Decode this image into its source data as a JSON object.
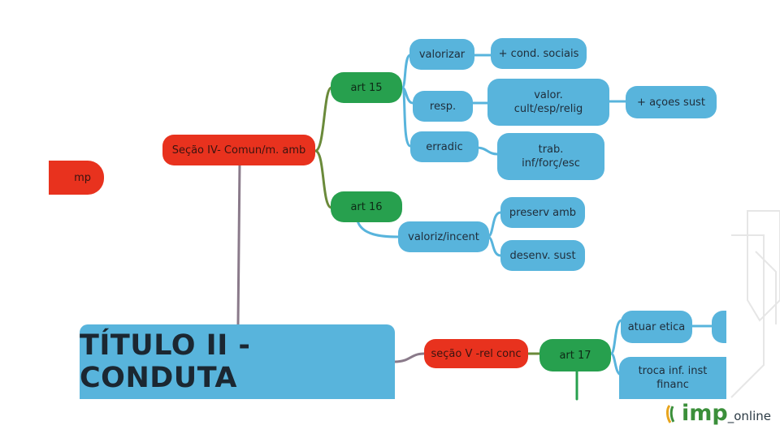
{
  "nodes": {
    "left_partial": "mp",
    "secao_iv": "Seção IV- Comun/m. amb",
    "art15": "art 15",
    "valorizar": "valorizar",
    "cond_sociais": "+ cond. sociais",
    "resp": "resp.",
    "valor_cult": "valor.\ncult/esp/relig",
    "acoes_sust": "+ açoes sust",
    "erradic": "erradic",
    "trab_inf": "trab.\ninf/forç/esc",
    "art16": "art 16",
    "valoriz_incent": "valoriz/incent",
    "preserv_amb": "preserv amb",
    "desenv_sust": "desenv. sust",
    "titulo": "TÍTULO II - CONDUTA",
    "secao_v": "seção V -rel conc",
    "art17": "art 17",
    "atuar_etica": "atuar etica",
    "troca_inf": "troca inf. inst\nfinanc"
  },
  "logo": {
    "mark": "imp",
    "suffix": "_online"
  },
  "colors": {
    "blue": "#58b4dc",
    "red": "#e8321e",
    "green": "#27a04e"
  }
}
